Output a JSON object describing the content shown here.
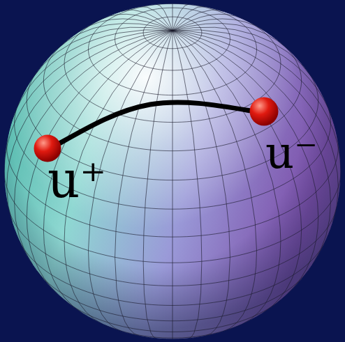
{
  "diagram": {
    "nodes": [
      {
        "text": [
          "u⁺"
        ]
      },
      {
        "text": [
          "u⁻"
        ]
      }
    ],
    "edges": [
      {
        "from": 0,
        "to": 1,
        "arrow": "none"
      }
    ]
  }
}
